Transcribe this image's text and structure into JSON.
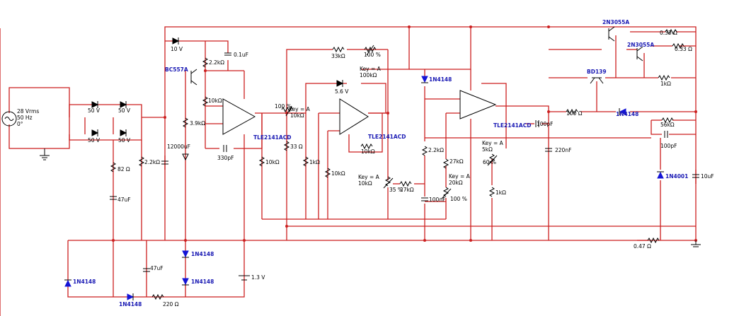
{
  "source": {
    "voltage": "28 Vrms",
    "freq": "50 Hz",
    "phase": "0°"
  },
  "bridge": {
    "d1": "50 V",
    "d2": "50 V",
    "d3": "50 V",
    "d4": "50 V"
  },
  "parts": {
    "c_12000uf": "12000uF",
    "r_82": "82 Ω",
    "c_47uf_a": "47uF",
    "r_2k2_a": "2.2kΩ",
    "z_10v": "10 V",
    "q_bc557a": "BC557A",
    "r_2k2_b": "2.2kΩ",
    "c_01uf": "0.1uF",
    "r_10k_a": "10kΩ",
    "r_3k9": "3.9kΩ",
    "c_330pf": "330pF",
    "u1": "TLE2141ACD",
    "pot1_key": "Key = A",
    "pot1_val": "10kΩ",
    "pot1_pct": "100 %",
    "r_33": "33 Ω",
    "r_10k_b": "10kΩ",
    "r_1k_a": "1kΩ",
    "r_33k": "33kΩ",
    "pot2_key": "Key = A",
    "pot2_val": "100kΩ",
    "pot2_pct": "100 %",
    "z_56v": "5.6 V",
    "u2": "TLE2141ACD",
    "r_10k_c": "10kΩ",
    "r_10k_d": "10kΩ",
    "pot3_key": "Key = A",
    "pot3_val": "10kΩ",
    "pot3_pct": "35 %",
    "r_27k_a": "27kΩ",
    "d_1n4148_a": "1N4148",
    "r_2k2_c": "2.2kΩ",
    "c_100nf": "100nF",
    "u3": "TLE2141ACD",
    "r_27k_b": "27kΩ",
    "pot4_key": "Key = A",
    "pot4_val": "20kΩ",
    "pot4_pct": "100 %",
    "pot5_key": "Key = A",
    "pot5_val": "5kΩ",
    "pot5_pct": "60 %",
    "r_1k_b": "1kΩ",
    "c_100pf_a": "100pF",
    "c_220nf": "220nF",
    "q_2n3055_a": "2N3055A",
    "q_2n3055_b": "2N3055A",
    "r_033_a": "0.33 Ω",
    "r_033_b": "0.33 Ω",
    "q_bd139": "BD139",
    "r_1k_c": "1kΩ",
    "r_100": "100 Ω",
    "d_1n4148_b": "1N4148",
    "r_56k": "56kΩ",
    "c_100pf_b": "100pF",
    "d_1n4001": "1N4001",
    "c_10uf": "10uF",
    "r_047": "0.47 Ω",
    "d_1n4148_c": "1N4148",
    "d_1n4148_d": "1N4148",
    "d_1n4148_e": "1N4148",
    "d_1n4148_f": "1N4148",
    "c_47uf_b": "47uF",
    "r_220": "220 Ω",
    "bat_13v": "1.3 V"
  }
}
